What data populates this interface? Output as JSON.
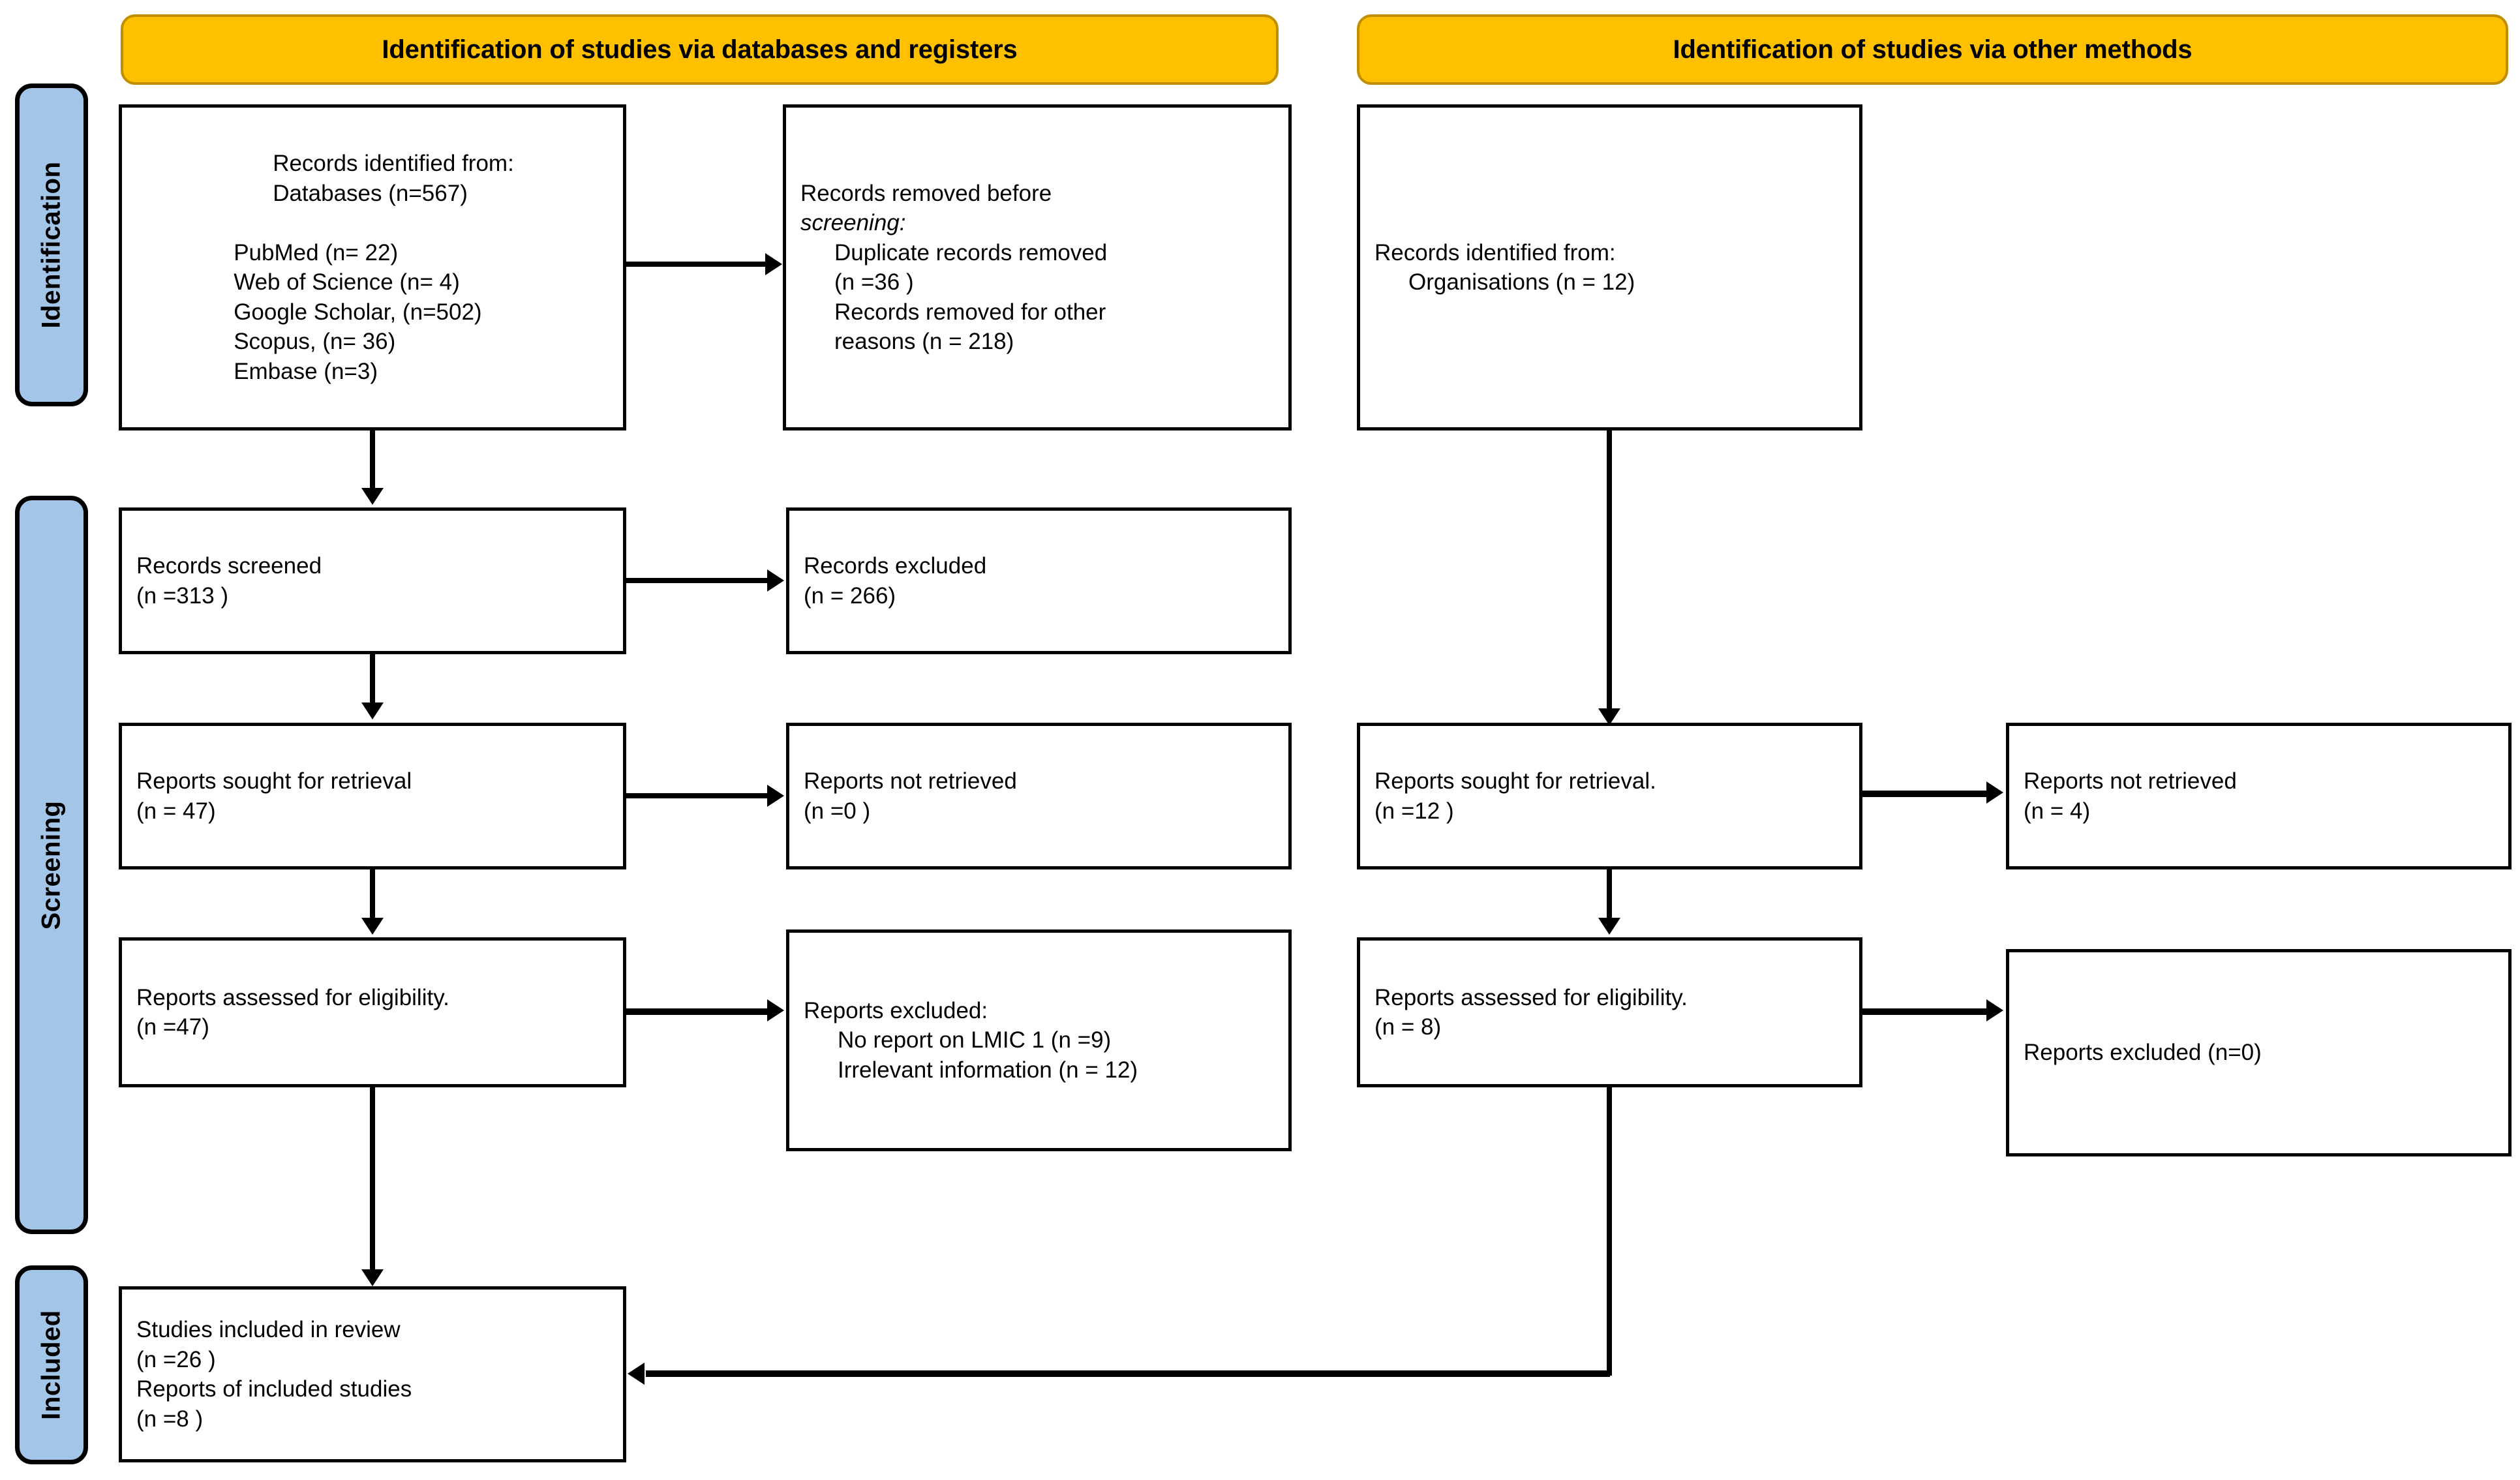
{
  "headers": [
    {
      "id": "databases",
      "label": "Identification of studies via databases and registers"
    },
    {
      "id": "other",
      "label": "Identification of studies via other methods"
    }
  ],
  "stages": [
    {
      "id": "identification",
      "label": "Identification"
    },
    {
      "id": "screening",
      "label": "Screening"
    },
    {
      "id": "included",
      "label": "Included"
    }
  ],
  "boxes": {
    "records_identified_db": {
      "lines": [
        "Records identified from:",
        "Databases (n=567)",
        "",
        "PubMed (n= 22)",
        "Web of Science (n= 4)",
        "Google Scholar, (n=502)",
        "Scopus, (n= 36)",
        "Embase (n=3)"
      ]
    },
    "records_removed": {
      "lines": [
        "Records removed before",
        "screening:",
        "Duplicate records removed",
        "(n =36 )",
        "Records removed for other",
        "reasons (n = 218)"
      ]
    },
    "records_identified_other": {
      "lines": [
        "Records identified from:",
        "Organisations (n = 12)"
      ]
    },
    "records_screened": {
      "lines": [
        "Records screened",
        "(n =313 )"
      ]
    },
    "records_excluded": {
      "lines": [
        "Records excluded",
        "(n = 266)"
      ]
    },
    "reports_sought_db": {
      "lines": [
        "Reports sought for retrieval",
        "(n = 47)"
      ]
    },
    "reports_not_retrieved_db": {
      "lines": [
        "Reports not retrieved",
        "(n =0 )"
      ]
    },
    "reports_sought_other": {
      "lines": [
        "Reports sought for retrieval.",
        "(n =12 )"
      ]
    },
    "reports_not_retrieved_other": {
      "lines": [
        "Reports not retrieved",
        "(n = 4)"
      ]
    },
    "reports_assessed_db": {
      "lines": [
        "Reports assessed for eligibility.",
        "(n =47)"
      ]
    },
    "reports_excluded_db": {
      "lines": [
        "Reports excluded:",
        "No report on LMIC 1 (n =9)",
        "Irrelevant information (n = 12)"
      ]
    },
    "reports_assessed_other": {
      "lines": [
        "Reports assessed for eligibility.",
        "(n = 8)"
      ]
    },
    "reports_excluded_other": {
      "lines": [
        "Reports excluded (n=0)"
      ]
    },
    "studies_included": {
      "lines": [
        "Studies included in review",
        "(n =26 )",
        "Reports of included studies",
        "(n =8 )"
      ]
    }
  },
  "colors": {
    "header_fill": "#FFC000",
    "header_border": "#BF8F00",
    "band_fill": "#A3C6E8",
    "box_border": "#000000",
    "text": "#000000",
    "background": "#FFFFFF"
  }
}
